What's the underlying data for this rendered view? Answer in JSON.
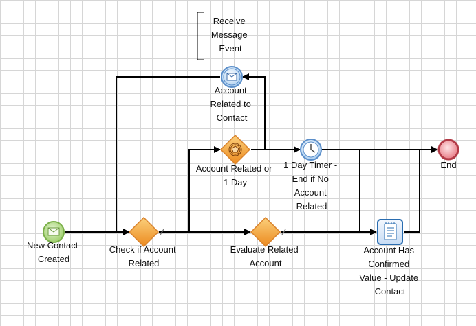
{
  "annotation": {
    "lines": [
      "Receive",
      "Message",
      "Event"
    ]
  },
  "nodes": {
    "start": {
      "kind": "start-event",
      "icon": "envelope-icon",
      "lines": [
        "New Contact",
        "Created"
      ]
    },
    "gw_check": {
      "kind": "gateway",
      "lines": [
        "Check if Account",
        "Related"
      ]
    },
    "gw_event": {
      "kind": "event-based-gateway",
      "lines": [
        "Account Related or",
        "1 Day"
      ]
    },
    "msg": {
      "kind": "intermediate-message-event",
      "icon": "envelope-icon",
      "lines": [
        "Account",
        "Related to",
        "Contact"
      ]
    },
    "timer": {
      "kind": "intermediate-timer-event",
      "icon": "clock-icon",
      "lines": [
        "1 Day Timer -",
        "End if No",
        "Account",
        "Related"
      ]
    },
    "gw_eval": {
      "kind": "gateway",
      "lines": [
        "Evaluate Related",
        "Account"
      ]
    },
    "task": {
      "kind": "task",
      "icon": "notepad-icon",
      "lines": [
        "Account Has",
        "Confirmed",
        "Value - Update",
        "Contact"
      ]
    },
    "end": {
      "kind": "end-event",
      "lines": [
        "End"
      ]
    }
  },
  "colors": {
    "start_fill": "#b5dc8c",
    "start_stroke": "#7bb04a",
    "gateway_fill": "#f4a23a",
    "gateway_stroke": "#d9822b",
    "message_fill": "#cfe3f7",
    "message_stroke": "#5b8ec9",
    "end_fill": "#f3a0a6",
    "end_stroke": "#b23a46",
    "task_fill": "#e3eefb",
    "task_stroke": "#2a6db0",
    "line": "#000000"
  }
}
